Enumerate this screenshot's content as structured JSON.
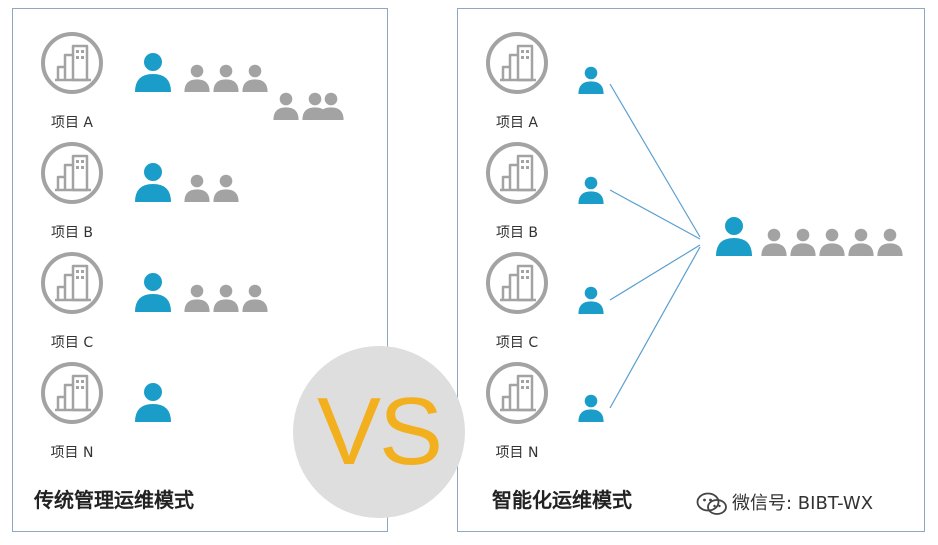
{
  "left_panel": {
    "title": "传统管理运维模式",
    "projects": [
      {
        "label": "项目 A",
        "managers": 1,
        "staff": 6
      },
      {
        "label": "项目 B",
        "managers": 1,
        "staff": 2
      },
      {
        "label": "项目 C",
        "managers": 1,
        "staff": 3
      },
      {
        "label": "项目 N",
        "managers": 1,
        "staff": 0
      }
    ]
  },
  "center": {
    "vs_text": "VS"
  },
  "right_panel": {
    "title": "智能化运维模式",
    "projects": [
      {
        "label": "项目 A",
        "managers": 1
      },
      {
        "label": "项目 B",
        "managers": 1
      },
      {
        "label": "项目 C",
        "managers": 1
      },
      {
        "label": "项目 N",
        "managers": 1
      }
    ],
    "central_team": {
      "managers": 1,
      "staff": 5
    }
  },
  "watermark": {
    "text": "微信号: BIBT-WX",
    "icon": "wechat-icon"
  },
  "colors": {
    "manager": "#1a9ec9",
    "staff": "#a3a3a3",
    "vs_text": "#f2b01e",
    "vs_circle": "#dedede",
    "panel_border": "#8fa7c2",
    "link_line": "#5a9fd1"
  }
}
